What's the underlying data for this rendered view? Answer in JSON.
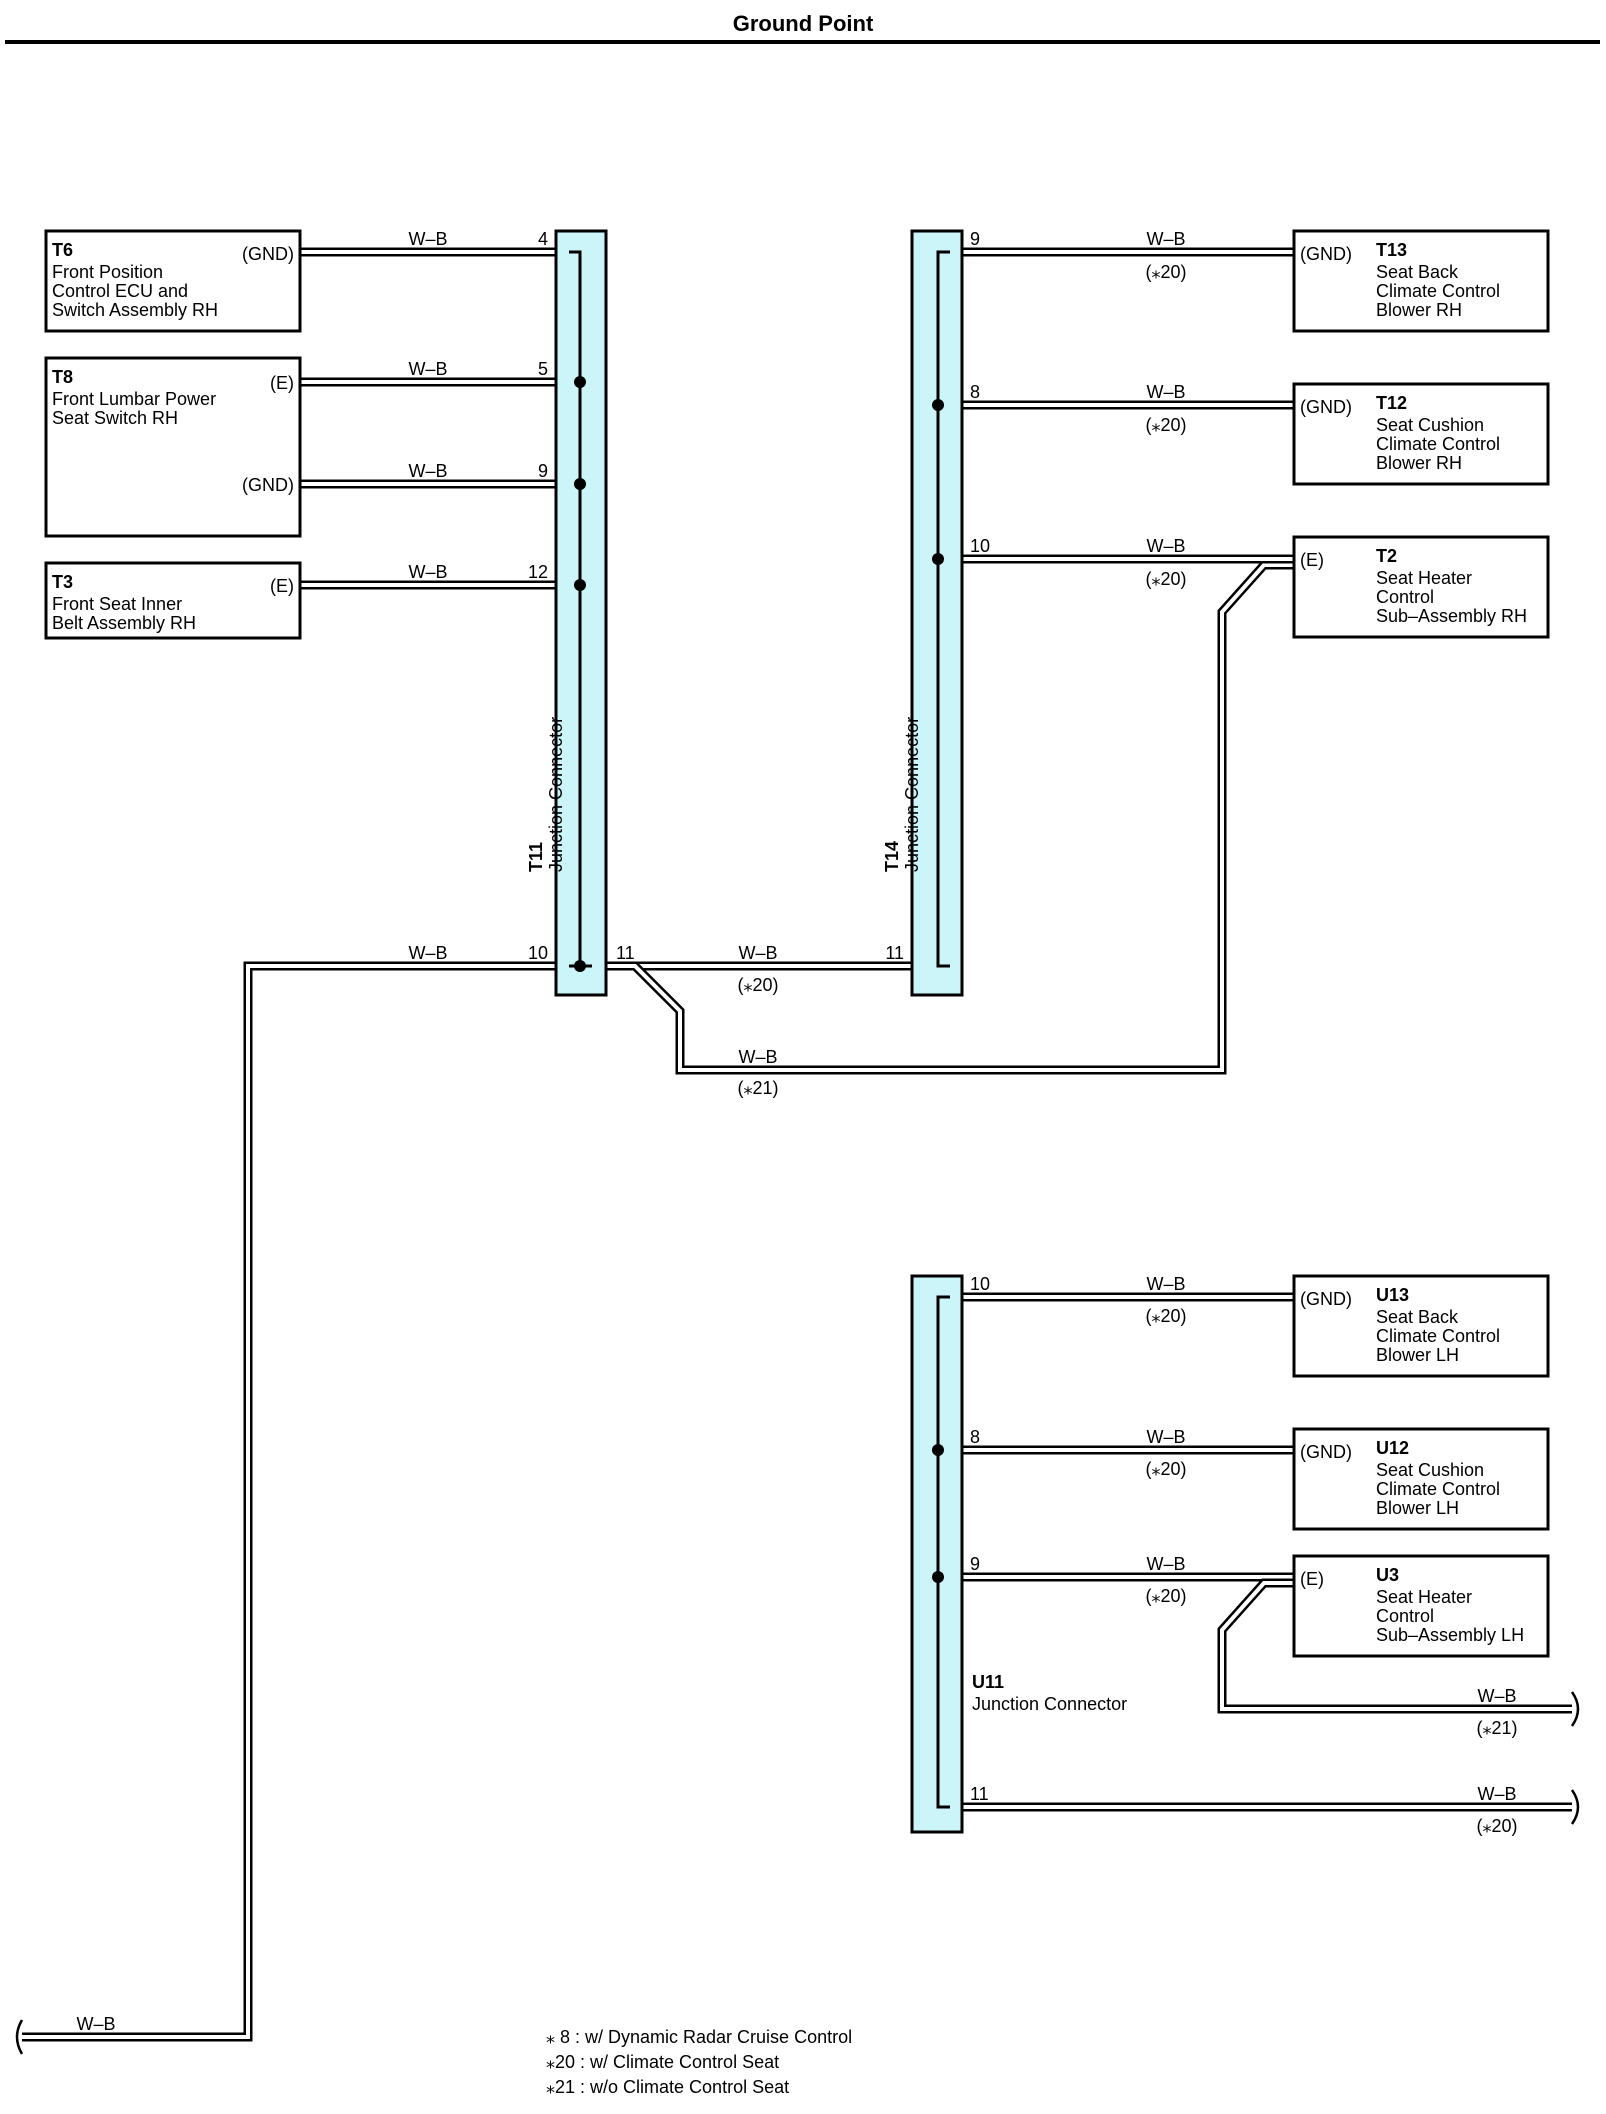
{
  "title": "Ground Point",
  "wire_color": "W–B",
  "components": {
    "T6": {
      "code": "T6",
      "lines": [
        "Front Position",
        "Control ECU and",
        "Switch Assembly RH"
      ],
      "terminals": [
        "(GND)"
      ]
    },
    "T8": {
      "code": "T8",
      "lines": [
        "Front Lumbar Power",
        "Seat Switch RH"
      ],
      "terminals": [
        "(E)",
        "(GND)"
      ]
    },
    "T3": {
      "code": "T3",
      "lines": [
        "Front Seat Inner",
        "Belt Assembly RH"
      ],
      "terminals": [
        "(E)"
      ]
    },
    "T13": {
      "code": "T13",
      "lines": [
        "Seat Back",
        "Climate Control",
        "Blower RH"
      ],
      "terminals": [
        "(GND)"
      ]
    },
    "T12": {
      "code": "T12",
      "lines": [
        "Seat Cushion",
        "Climate Control",
        "Blower RH"
      ],
      "terminals": [
        "(GND)"
      ]
    },
    "T2": {
      "code": "T2",
      "lines": [
        "Seat Heater",
        "Control",
        "Sub–Assembly RH"
      ],
      "terminals": [
        "(E)"
      ]
    },
    "U13": {
      "code": "U13",
      "lines": [
        "Seat Back",
        "Climate Control",
        "Blower LH"
      ],
      "terminals": [
        "(GND)"
      ]
    },
    "U12": {
      "code": "U12",
      "lines": [
        "Seat Cushion",
        "Climate Control",
        "Blower LH"
      ],
      "terminals": [
        "(GND)"
      ]
    },
    "U3": {
      "code": "U3",
      "lines": [
        "Seat Heater",
        "Control",
        "Sub–Assembly LH"
      ],
      "terminals": [
        "(E)"
      ]
    }
  },
  "junctions": {
    "T11": {
      "code": "T11",
      "name": "Junction Connector",
      "pins": [
        "4",
        "5",
        "9",
        "12",
        "10",
        "11"
      ]
    },
    "T14": {
      "code": "T14",
      "name": "Junction Connector",
      "pins": [
        "9",
        "8",
        "10",
        "11"
      ]
    },
    "U11": {
      "code": "U11",
      "name": "Junction Connector",
      "pins": [
        "10",
        "8",
        "9",
        "11"
      ]
    }
  },
  "conditions": {
    "c20": "(⁎20)",
    "c21": "(⁎21)"
  },
  "notes": [
    "⁎ 8 : w/ Dynamic Radar Cruise Control",
    "⁎20 : w/ Climate Control Seat",
    "⁎21 : w/o Climate Control Seat"
  ]
}
